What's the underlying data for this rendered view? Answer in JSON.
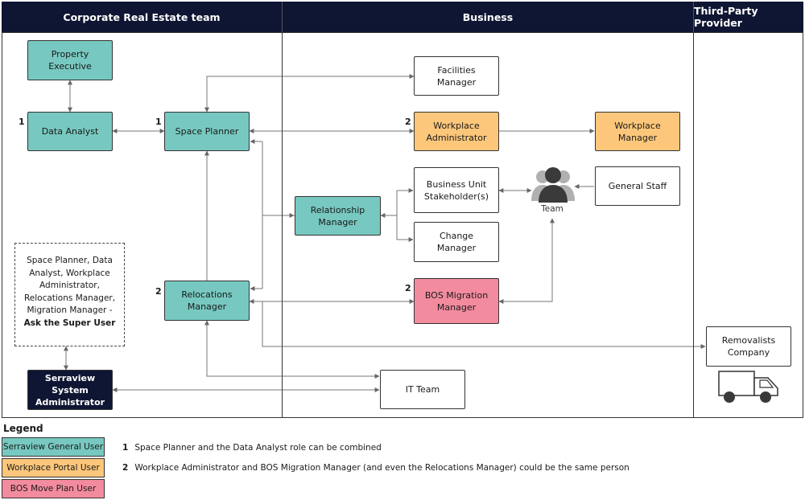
{
  "lanes": [
    {
      "title": "Corporate Real Estate team"
    },
    {
      "title": "Business"
    },
    {
      "title": "Third-Party Provider"
    }
  ],
  "nodes": {
    "property_executive": "Property Executive",
    "data_analyst": "Data Analyst",
    "space_planner": "Space Planner",
    "relocations_manager": "Relocations Manager",
    "serraview_admin": "Serraview System Administrator",
    "facilities_manager": "Facilities Manager",
    "workplace_administrator": "Workplace Administrator",
    "workplace_manager": "Workplace Manager",
    "relationship_manager": "Relationship Manager",
    "business_unit_stakeholders": "Business Unit Stakeholder(s)",
    "change_manager": "Change Manager",
    "bos_migration_manager": "BOS Migration Manager",
    "it_team": "IT Team",
    "general_staff": "General Staff",
    "team": "Team",
    "removalists_company": "Removalists Company"
  },
  "markers": {
    "one": "1",
    "two": "2"
  },
  "super_user_note": {
    "text": "Space Planner, Data Analyst, Workplace Administrator, Relocations Manager, Migration Manager - ",
    "bold": "Ask the Super User"
  },
  "legend": {
    "title": "Legend",
    "items": [
      {
        "label": "Serraview General User",
        "color": "#77c8c0"
      },
      {
        "label": "Workplace Portal User",
        "color": "#fdc77b"
      },
      {
        "label": "BOS Move Plan User",
        "color": "#f38b9f"
      }
    ],
    "notes": [
      {
        "num": "1",
        "text": "Space Planner and the Data Analyst role can be combined"
      },
      {
        "num": "2",
        "text": "Workplace Administrator and BOS Migration Manager (and even the Relocations Manager) could be the same person"
      }
    ]
  }
}
